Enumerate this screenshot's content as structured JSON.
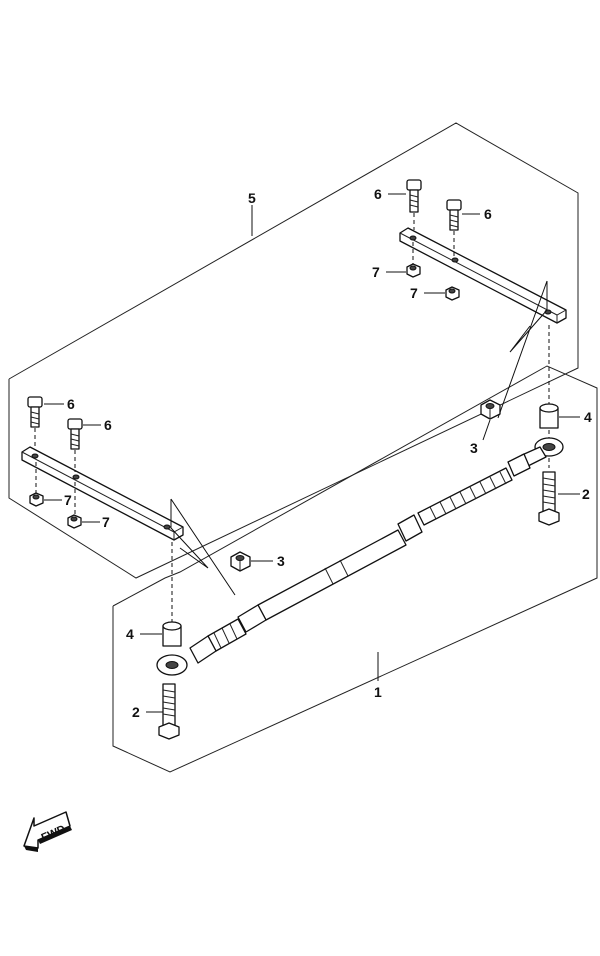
{
  "callouts": {
    "c1": "1",
    "c2a": "2",
    "c2b": "2",
    "c3a": "3",
    "c3b": "3",
    "c4a": "4",
    "c4b": "4",
    "c5": "5",
    "c6a": "6",
    "c6b": "6",
    "c6c": "6",
    "c6d": "6",
    "c7a": "7",
    "c7b": "7",
    "c7c": "7",
    "c7d": "7"
  },
  "fwd_label": "FWD",
  "icons": {
    "fwd": "fwd-arrow-icon"
  }
}
